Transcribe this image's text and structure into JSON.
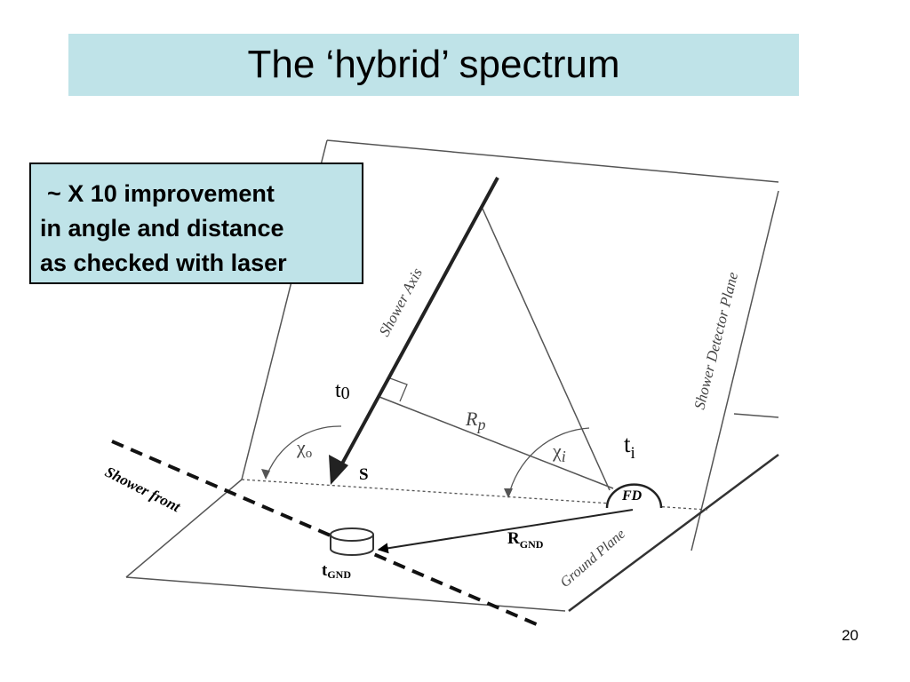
{
  "slide": {
    "title": "The ‘hybrid’ spectrum",
    "callout": {
      "line1": "~ X 10 improvement",
      "line2": "in angle and distance",
      "line3": "as checked with laser"
    },
    "page_number": "20"
  },
  "diagram": {
    "labels": {
      "shower_axis": "Shower Axis",
      "shower_detector_plane": "Shower Detector Plane",
      "shower_front": "Shower front",
      "ground_plane": "Ground Plane",
      "t0_main": "t",
      "t0_sub": "0",
      "rp_main": "R",
      "rp_sub": "p",
      "chi0_main": "χ",
      "chi0_sub": "o",
      "chii_main": "χ",
      "chii_sub": "i",
      "s": "S",
      "fd": "FD",
      "ti_main": "t",
      "ti_sub": "i",
      "rgnd_main": "R",
      "rgnd_sub": "GND",
      "tgnd_main": "t",
      "tgnd_sub": "GND"
    }
  }
}
